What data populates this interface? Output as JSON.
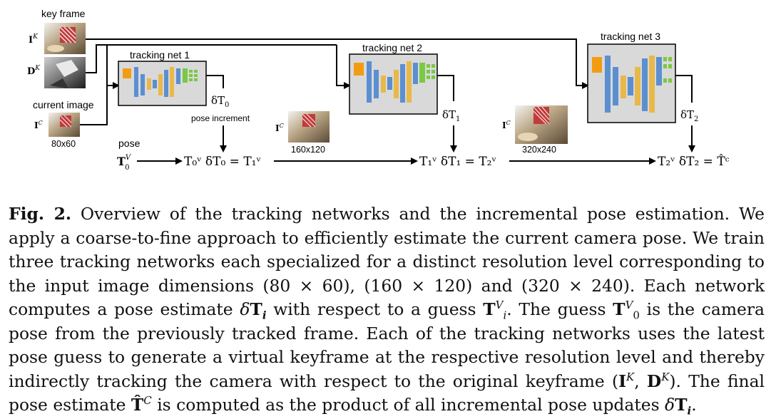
{
  "figure": {
    "key_frame_label": "key frame",
    "ik_label": "I",
    "ik_sup": "K",
    "dk_label": "D",
    "dk_sup": "K",
    "current_image_label": "current image",
    "ic_label": "I",
    "ic_sup": "C",
    "res_1": "80x60",
    "res_2": "160x120",
    "res_3": "320x240",
    "pose_label": "pose",
    "pose_increment_label": "pose increment",
    "nets": [
      {
        "title": "tracking net 1",
        "delta": "δT",
        "delta_sub": "0"
      },
      {
        "title": "tracking net 2",
        "delta": "δT",
        "delta_sub": "1"
      },
      {
        "title": "tracking net 3",
        "delta": "δT",
        "delta_sub": "2"
      }
    ],
    "pose_start": "T",
    "eq1": "T₀ᵛ δT₀ = T₁ᵛ",
    "eq2": "T₁ᵛ δT₁ = T₂ᵛ",
    "eq3": "T₂ᵛ δT₂ = T̂ᶜ",
    "colors": {
      "net_box": "#d9d9d9",
      "orange": "#f39c12",
      "blue": "#5b8fd0",
      "yellow": "#e8b84a",
      "green": "#7ac943"
    }
  },
  "caption": {
    "label": "Fig. 2.",
    "l1": " Overview of the tracking networks and the incremental pose estimation. We apply",
    "l2": "a coarse-to-fine approach to efficiently estimate the current camera pose. We train three",
    "l3": "tracking networks each specialized for a distinct resolution level corresponding to the input",
    "l4": "image dimensions (80 × 60), (160 × 120) and (320 × 240). Each network computes a pose",
    "l5a": "estimate ",
    "l5b": " with respect to a guess ",
    "l5c": ". The guess ",
    "l5d": " is the camera pose from the",
    "l6": "previously tracked frame. Each of the tracking networks uses the latest pose guess to",
    "l7": "generate a virtual keyframe at the respective resolution level and thereby indirectly tracking",
    "l8a": "the camera with respect to the original keyframe (",
    "l8b": "). The final pose estimate ",
    "l8c": " is",
    "l9a": "computed as the product of all incremental pose updates ",
    "l9b": "."
  }
}
